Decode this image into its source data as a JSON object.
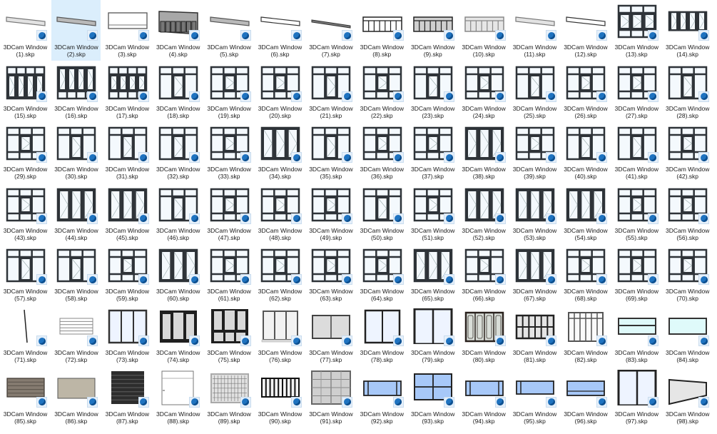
{
  "view": {
    "type": "file-explorer-large-icons",
    "columns": 14,
    "selected_index": 2,
    "selection_color": "#dbeefc",
    "badge_icon": "sketchup-file-icon",
    "badge_color": "#1f73c0"
  },
  "files": [
    {
      "n": 1,
      "name": "3DCam Window",
      "ext": "(1).skp",
      "kind": "slab-light"
    },
    {
      "n": 2,
      "name": "3DCam Window",
      "ext": "(2).skp",
      "kind": "slab-grey"
    },
    {
      "n": 3,
      "name": "3DCam Window",
      "ext": "(3).skp",
      "kind": "slab-white-frame"
    },
    {
      "n": 4,
      "name": "3DCam Window",
      "ext": "(4).skp",
      "kind": "slab-dark-panels"
    },
    {
      "n": 5,
      "name": "3DCam Window",
      "ext": "(5).skp",
      "kind": "slab-grey"
    },
    {
      "n": 6,
      "name": "3DCam Window",
      "ext": "(6).skp",
      "kind": "slab-outline"
    },
    {
      "n": 7,
      "name": "3DCam Window",
      "ext": "(7).skp",
      "kind": "slab-thin"
    },
    {
      "n": 8,
      "name": "3DCam Window",
      "ext": "(8).skp",
      "kind": "slab-panels"
    },
    {
      "n": 9,
      "name": "3DCam Window",
      "ext": "(9).skp",
      "kind": "slab-panels-grey"
    },
    {
      "n": 10,
      "name": "3DCam Window",
      "ext": "(10).skp",
      "kind": "slab-panels-light"
    },
    {
      "n": 11,
      "name": "3DCam Window",
      "ext": "(11).skp",
      "kind": "slab-light"
    },
    {
      "n": 12,
      "name": "3DCam Window",
      "ext": "(12).skp",
      "kind": "slab-outline"
    },
    {
      "n": 13,
      "name": "3DCam Window",
      "ext": "(13).skp",
      "kind": "casement-tall"
    },
    {
      "n": 14,
      "name": "3DCam Window",
      "ext": "(14).skp",
      "kind": "casement-4"
    },
    {
      "n": 15,
      "name": "3DCam Window",
      "ext": "(15).skp",
      "kind": "casement-4-top"
    },
    {
      "n": 16,
      "name": "3DCam Window",
      "ext": "(16).skp",
      "kind": "casement-4-bottom"
    },
    {
      "n": 17,
      "name": "3DCam Window",
      "ext": "(17).skp",
      "kind": "casement-4-both"
    },
    {
      "n": 18,
      "name": "3DCam Window",
      "ext": "(18).skp",
      "kind": "casement-center"
    },
    {
      "n": 19,
      "name": "3DCam Window",
      "ext": "(19).skp",
      "kind": "casement-grid"
    },
    {
      "n": 20,
      "name": "3DCam Window",
      "ext": "(20).skp",
      "kind": "casement-grid"
    },
    {
      "n": 21,
      "name": "3DCam Window",
      "ext": "(21).skp",
      "kind": "casement-center"
    },
    {
      "n": 22,
      "name": "3DCam Window",
      "ext": "(22).skp",
      "kind": "casement-grid"
    },
    {
      "n": 23,
      "name": "3DCam Window",
      "ext": "(23).skp",
      "kind": "casement-center"
    },
    {
      "n": 24,
      "name": "3DCam Window",
      "ext": "(24).skp",
      "kind": "casement-grid"
    },
    {
      "n": 25,
      "name": "3DCam Window",
      "ext": "(25).skp",
      "kind": "casement-center"
    },
    {
      "n": 26,
      "name": "3DCam Window",
      "ext": "(26).skp",
      "kind": "casement-grid"
    },
    {
      "n": 27,
      "name": "3DCam Window",
      "ext": "(27).skp",
      "kind": "casement-grid"
    },
    {
      "n": 28,
      "name": "3DCam Window",
      "ext": "(28).skp",
      "kind": "casement-center"
    },
    {
      "n": 29,
      "name": "3DCam Window",
      "ext": "(29).skp",
      "kind": "casement-grid"
    },
    {
      "n": 30,
      "name": "3DCam Window",
      "ext": "(30).skp",
      "kind": "casement-center"
    },
    {
      "n": 31,
      "name": "3DCam Window",
      "ext": "(31).skp",
      "kind": "casement-center"
    },
    {
      "n": 32,
      "name": "3DCam Window",
      "ext": "(32).skp",
      "kind": "casement-center"
    },
    {
      "n": 33,
      "name": "3DCam Window",
      "ext": "(33).skp",
      "kind": "casement-grid"
    },
    {
      "n": 34,
      "name": "3DCam Window",
      "ext": "(34).skp",
      "kind": "casement-3"
    },
    {
      "n": 35,
      "name": "3DCam Window",
      "ext": "(35).skp",
      "kind": "casement-center"
    },
    {
      "n": 36,
      "name": "3DCam Window",
      "ext": "(36).skp",
      "kind": "casement-grid"
    },
    {
      "n": 37,
      "name": "3DCam Window",
      "ext": "(37).skp",
      "kind": "casement-grid"
    },
    {
      "n": 38,
      "name": "3DCam Window",
      "ext": "(38).skp",
      "kind": "casement-3"
    },
    {
      "n": 39,
      "name": "3DCam Window",
      "ext": "(39).skp",
      "kind": "casement-grid"
    },
    {
      "n": 40,
      "name": "3DCam Window",
      "ext": "(40).skp",
      "kind": "casement-center"
    },
    {
      "n": 41,
      "name": "3DCam Window",
      "ext": "(41).skp",
      "kind": "casement-center"
    },
    {
      "n": 42,
      "name": "3DCam Window",
      "ext": "(42).skp",
      "kind": "casement-grid"
    },
    {
      "n": 43,
      "name": "3DCam Window",
      "ext": "(43).skp",
      "kind": "casement-grid"
    },
    {
      "n": 44,
      "name": "3DCam Window",
      "ext": "(44).skp",
      "kind": "casement-3"
    },
    {
      "n": 45,
      "name": "3DCam Window",
      "ext": "(45).skp",
      "kind": "casement-3"
    },
    {
      "n": 46,
      "name": "3DCam Window",
      "ext": "(46).skp",
      "kind": "casement-center"
    },
    {
      "n": 47,
      "name": "3DCam Window",
      "ext": "(47).skp",
      "kind": "casement-grid"
    },
    {
      "n": 48,
      "name": "3DCam Window",
      "ext": "(48).skp",
      "kind": "casement-grid"
    },
    {
      "n": 49,
      "name": "3DCam Window",
      "ext": "(49).skp",
      "kind": "casement-grid"
    },
    {
      "n": 50,
      "name": "3DCam Window",
      "ext": "(50).skp",
      "kind": "casement-center"
    },
    {
      "n": 51,
      "name": "3DCam Window",
      "ext": "(51).skp",
      "kind": "casement-grid"
    },
    {
      "n": 52,
      "name": "3DCam Window",
      "ext": "(52).skp",
      "kind": "casement-3"
    },
    {
      "n": 53,
      "name": "3DCam Window",
      "ext": "(53).skp",
      "kind": "casement-3"
    },
    {
      "n": 54,
      "name": "3DCam Window",
      "ext": "(54).skp",
      "kind": "casement-3"
    },
    {
      "n": 55,
      "name": "3DCam Window",
      "ext": "(55).skp",
      "kind": "casement-grid"
    },
    {
      "n": 56,
      "name": "3DCam Window",
      "ext": "(56).skp",
      "kind": "casement-grid"
    },
    {
      "n": 57,
      "name": "3DCam Window",
      "ext": "(57).skp",
      "kind": "casement-center"
    },
    {
      "n": 58,
      "name": "3DCam Window",
      "ext": "(58).skp",
      "kind": "casement-center"
    },
    {
      "n": 59,
      "name": "3DCam Window",
      "ext": "(59).skp",
      "kind": "casement-grid"
    },
    {
      "n": 60,
      "name": "3DCam Window",
      "ext": "(60).skp",
      "kind": "casement-3"
    },
    {
      "n": 61,
      "name": "3DCam Window",
      "ext": "(61).skp",
      "kind": "casement-grid"
    },
    {
      "n": 62,
      "name": "3DCam Window",
      "ext": "(62).skp",
      "kind": "casement-grid"
    },
    {
      "n": 63,
      "name": "3DCam Window",
      "ext": "(63).skp",
      "kind": "casement-grid"
    },
    {
      "n": 64,
      "name": "3DCam Window",
      "ext": "(64).skp",
      "kind": "casement-grid"
    },
    {
      "n": 65,
      "name": "3DCam Window",
      "ext": "(65).skp",
      "kind": "casement-3"
    },
    {
      "n": 66,
      "name": "3DCam Window",
      "ext": "(66).skp",
      "kind": "casement-grid"
    },
    {
      "n": 67,
      "name": "3DCam Window",
      "ext": "(67).skp",
      "kind": "casement-3"
    },
    {
      "n": 68,
      "name": "3DCam Window",
      "ext": "(68).skp",
      "kind": "casement-grid"
    },
    {
      "n": 69,
      "name": "3DCam Window",
      "ext": "(69).skp",
      "kind": "casement-grid"
    },
    {
      "n": 70,
      "name": "3DCam Window",
      "ext": "(70).skp",
      "kind": "casement-grid"
    },
    {
      "n": 71,
      "name": "3DCam Window",
      "ext": "(71).skp",
      "kind": "thin-line"
    },
    {
      "n": 72,
      "name": "3DCam Window",
      "ext": "(72).skp",
      "kind": "louver-light"
    },
    {
      "n": 73,
      "name": "3DCam Window",
      "ext": "(73).skp",
      "kind": "slider-3-blue"
    },
    {
      "n": 74,
      "name": "3DCam Window",
      "ext": "(74).skp",
      "kind": "dark-3"
    },
    {
      "n": 75,
      "name": "3DCam Window",
      "ext": "(75).skp",
      "kind": "dark-3-bottom"
    },
    {
      "n": 76,
      "name": "3DCam Window",
      "ext": "(76).skp",
      "kind": "grey-3-sill"
    },
    {
      "n": 77,
      "name": "3DCam Window",
      "ext": "(77).skp",
      "kind": "grey-2"
    },
    {
      "n": 78,
      "name": "3DCam Window",
      "ext": "(78).skp",
      "kind": "slider-2-blue"
    },
    {
      "n": 79,
      "name": "3DCam Window",
      "ext": "(79).skp",
      "kind": "slider-2-blue-tall"
    },
    {
      "n": 80,
      "name": "3DCam Window",
      "ext": "(80).skp",
      "kind": "ornate"
    },
    {
      "n": 81,
      "name": "3DCam Window",
      "ext": "(81).skp",
      "kind": "grid-dark"
    },
    {
      "n": 82,
      "name": "3DCam Window",
      "ext": "(82).skp",
      "kind": "bars-grey"
    },
    {
      "n": 83,
      "name": "3DCam Window",
      "ext": "(83).skp",
      "kind": "cyan-2h"
    },
    {
      "n": 84,
      "name": "3DCam Window",
      "ext": "(84).skp",
      "kind": "cyan-1"
    },
    {
      "n": 85,
      "name": "3DCam Window",
      "ext": "(85).skp",
      "kind": "shutter-brown"
    },
    {
      "n": 86,
      "name": "3DCam Window",
      "ext": "(86).skp",
      "kind": "panel-beige"
    },
    {
      "n": 87,
      "name": "3DCam Window",
      "ext": "(87).skp",
      "kind": "shutter-black"
    },
    {
      "n": 88,
      "name": "3DCam Window",
      "ext": "(88).skp",
      "kind": "door-white"
    },
    {
      "n": 89,
      "name": "3DCam Window",
      "ext": "(89).skp",
      "kind": "grid-fine"
    },
    {
      "n": 90,
      "name": "3DCam Window",
      "ext": "(90).skp",
      "kind": "bars-black"
    },
    {
      "n": 91,
      "name": "3DCam Window",
      "ext": "(91).skp",
      "kind": "grey-grid"
    },
    {
      "n": 92,
      "name": "3DCam Window",
      "ext": "(92).skp",
      "kind": "blue-side-2"
    },
    {
      "n": 93,
      "name": "3DCam Window",
      "ext": "(93).skp",
      "kind": "blue-4"
    },
    {
      "n": 94,
      "name": "3DCam Window",
      "ext": "(94).skp",
      "kind": "blue-side-2"
    },
    {
      "n": 95,
      "name": "3DCam Window",
      "ext": "(95).skp",
      "kind": "blue-side-1"
    },
    {
      "n": 96,
      "name": "3DCam Window",
      "ext": "(96).skp",
      "kind": "blue-2h"
    },
    {
      "n": 97,
      "name": "3DCam Window",
      "ext": "(97).skp",
      "kind": "slider-2-blue-tall"
    },
    {
      "n": 98,
      "name": "3DCam Window",
      "ext": "(98).skp",
      "kind": "trapezoid"
    }
  ]
}
